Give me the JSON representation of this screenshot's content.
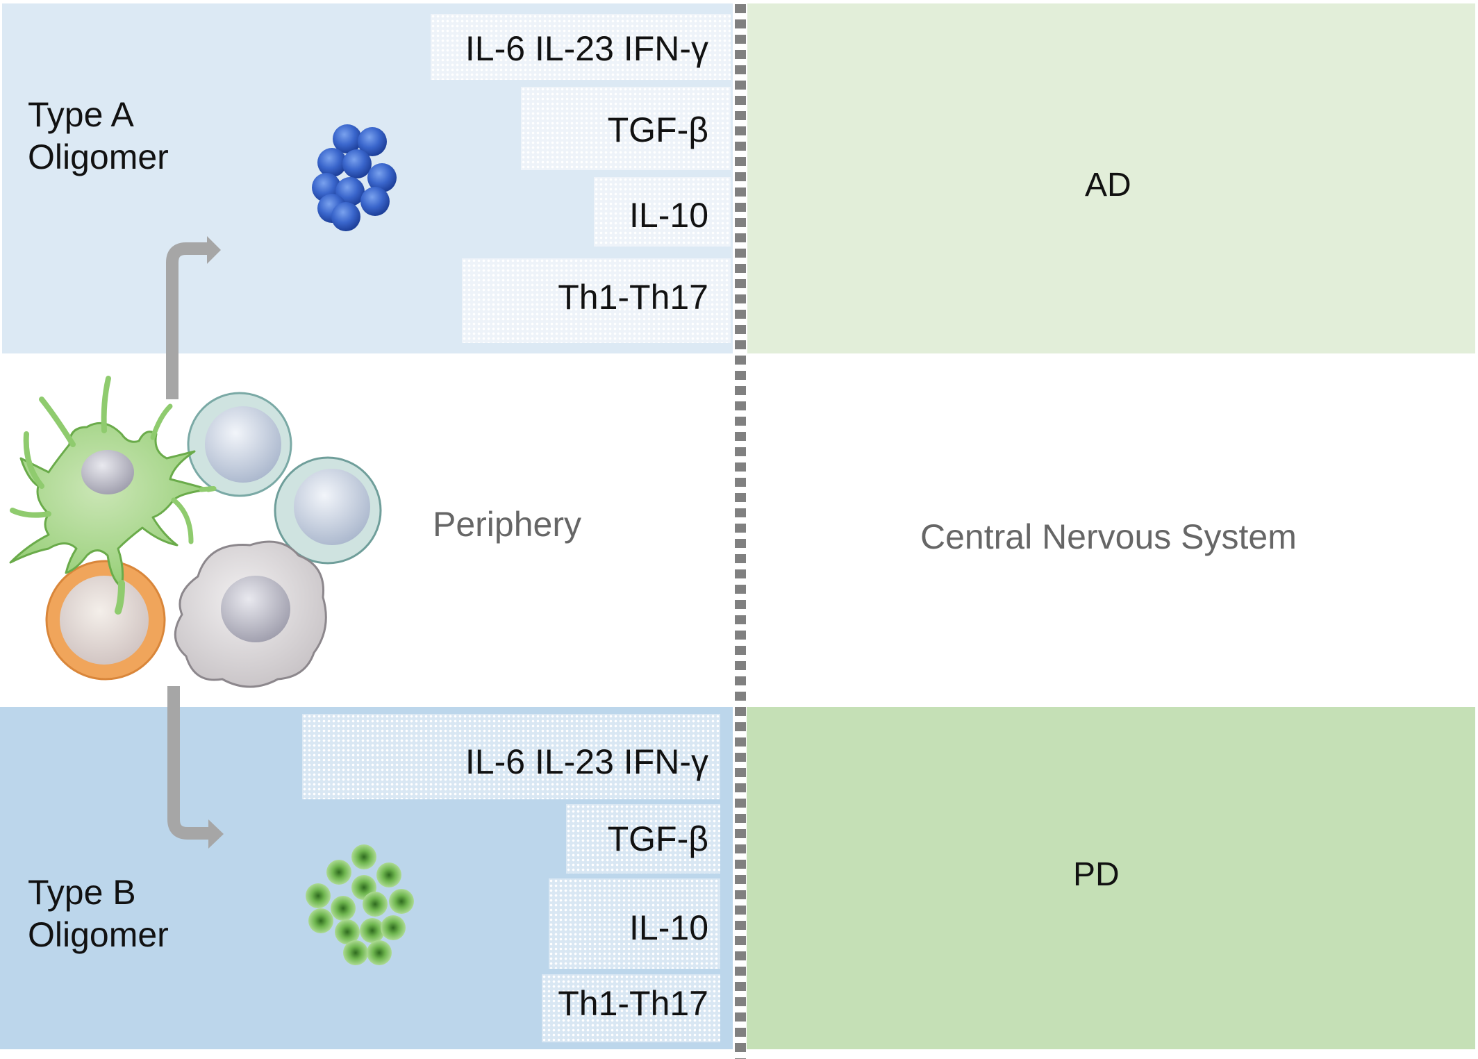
{
  "type_a": {
    "label_line1": "Type A",
    "label_line2": "Oligomer",
    "cytokines": [
      "IL-6 IL-23 IFN-γ",
      "TGF-β",
      "IL-10",
      "Th1-Th17"
    ],
    "disease": "AD"
  },
  "type_b": {
    "label_line1": "Type B",
    "label_line2": "Oligomer",
    "cytokines": [
      "IL-6 IL-23 IFN-γ",
      "TGF-β",
      "IL-10",
      "Th1-Th17"
    ],
    "disease": "PD"
  },
  "regions": {
    "periphery": "Periphery",
    "cns": "Central Nervous System"
  },
  "colors": {
    "type_a_panel": "#dce9f4",
    "type_b_panel": "#bcd6eb",
    "ad_panel": "#e2eed9",
    "pd_panel": "#c5e0b6",
    "barrier": "#808080",
    "arrow": "#a6a6a6"
  }
}
